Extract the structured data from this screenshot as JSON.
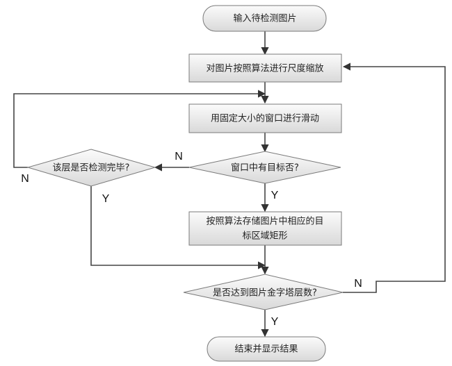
{
  "diagram": {
    "nodes": {
      "start": "输入待检测图片",
      "scale": "对图片按照算法进行尺度缩放",
      "slide": "用固定大小的窗口进行滑动",
      "has_target": "窗口中有目标否?",
      "store_line1": "按照算法存储图片中相应的目",
      "store_line2": "标区域矩形",
      "layer_done": "该层是否检测完毕?",
      "pyramid": "是否达到图片金字塔层数?",
      "end": "结束并显示结果"
    },
    "edge_labels": {
      "target_no": "N",
      "target_yes": "Y",
      "layer_no": "N",
      "layer_yes": "Y",
      "pyramid_no": "N",
      "pyramid_yes": "Y"
    }
  },
  "colors": {
    "fill_light": "#f7f7f7",
    "fill_dark": "#d8d8d8",
    "border": "#7a7a7a",
    "line": "#444444"
  }
}
